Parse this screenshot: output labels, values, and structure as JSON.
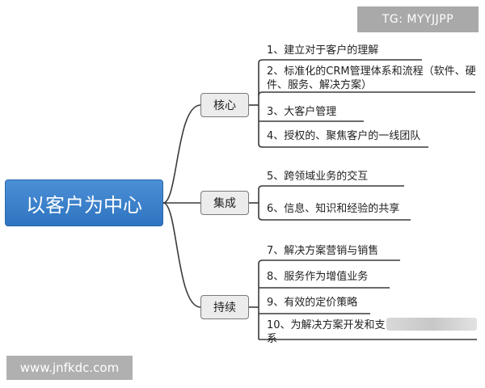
{
  "root": {
    "label": "以客户为中心"
  },
  "branches": [
    {
      "label": "核心",
      "items": [
        "1、建立对于客户的理解",
        "2、标准化的CRM管理体系和流程（软件、硬",
        "件、服务、解决方案）",
        "3、大客户管理",
        "4、授权的、聚焦客户的一线团队"
      ]
    },
    {
      "label": "集成",
      "items": [
        "5、跨领域业务的交互",
        "6、信息、知识和经验的共享"
      ]
    },
    {
      "label": "持续",
      "items": [
        "7、解决方案营销与销售",
        "8、服务作为增值业务",
        "9、有效的定价策略",
        "10、为解决方案开发和支",
        "系"
      ]
    }
  ],
  "watermarks": {
    "top": "TG: MYYJJPP",
    "bottom": "www.jnfkdc.com"
  },
  "colors": {
    "root_fill": "#2f74c0",
    "line": "#3a3a3a",
    "branch_fill": "#ececec"
  }
}
